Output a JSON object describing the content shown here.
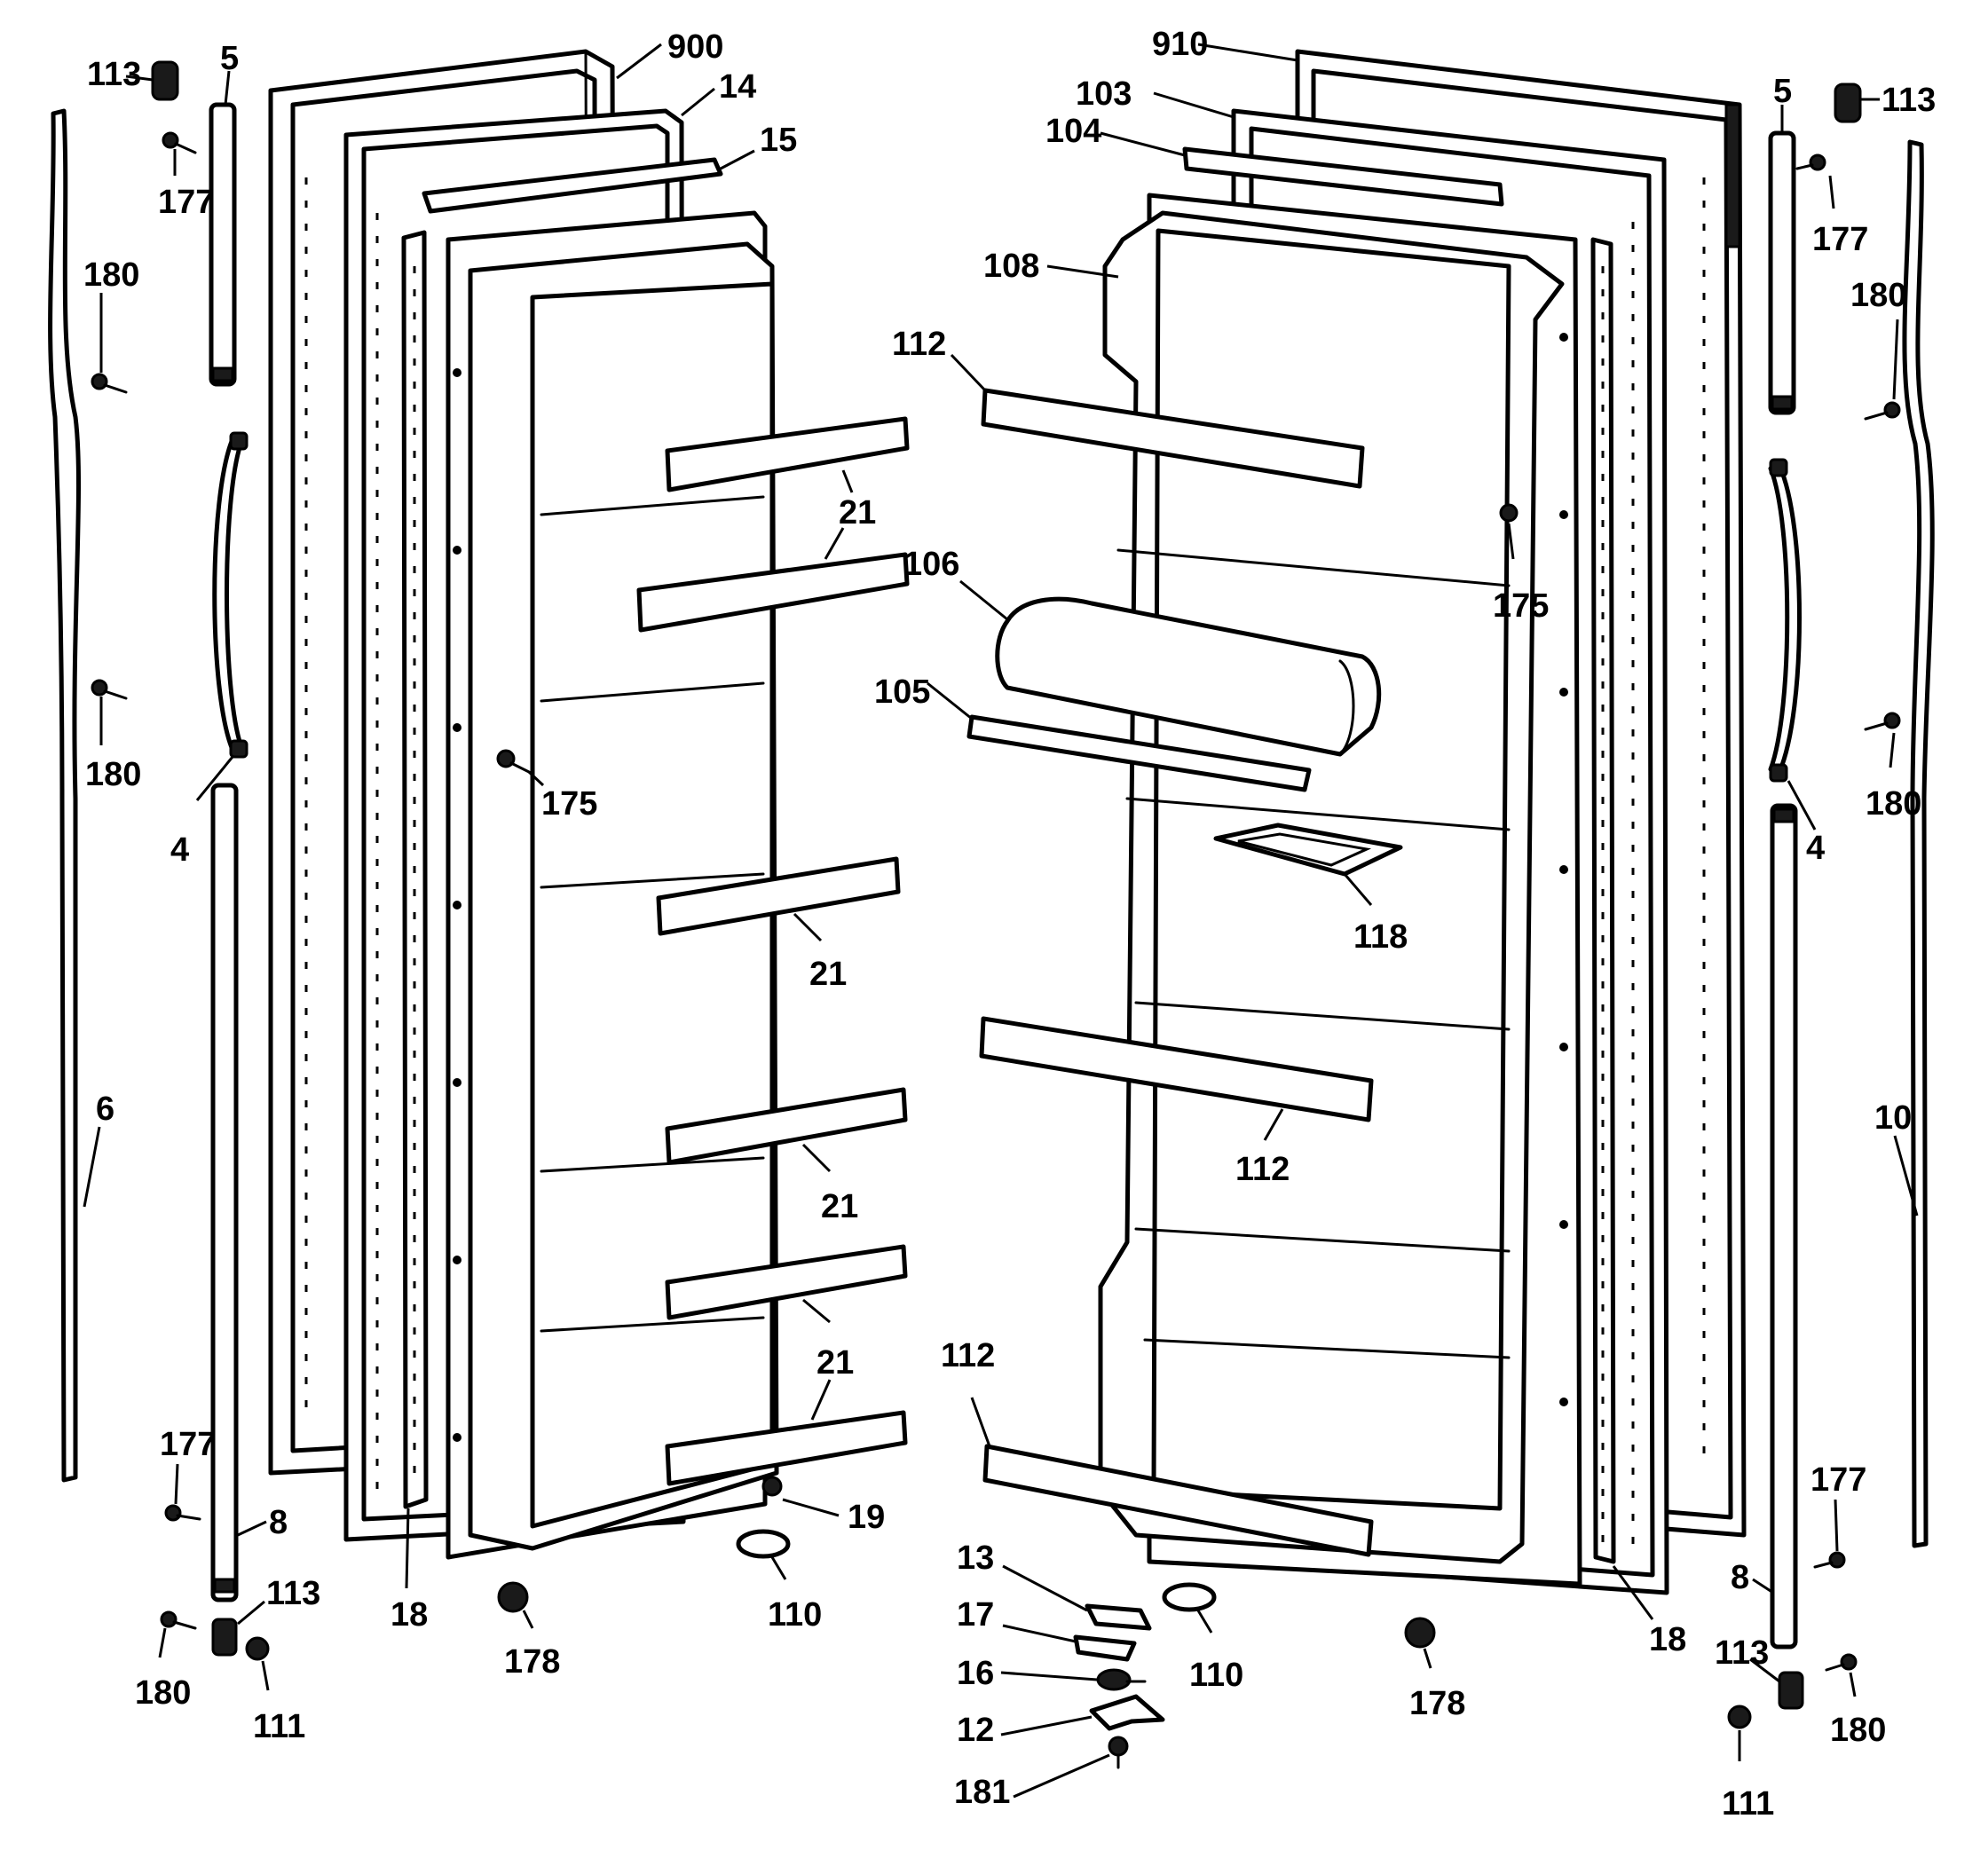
{
  "callouts": {
    "c900": "900",
    "c14": "14",
    "c15": "15",
    "c113_tl": "113",
    "c5_l": "5",
    "c177_l1": "177",
    "c180_l1": "180",
    "c180_l2": "180",
    "c4_l": "4",
    "c6": "6",
    "c175_l": "175",
    "c21_a": "21",
    "c21_b": "21",
    "c21_c": "21",
    "c21_d": "21",
    "c177_l2": "177",
    "c8_l": "8",
    "c113_bl": "113",
    "c18_l": "18",
    "c19": "19",
    "c110_l": "110",
    "c178_l": "178",
    "c180_l3": "180",
    "c111_l": "111",
    "c910": "910",
    "c103": "103",
    "c104": "104",
    "c108": "108",
    "c112_a": "112",
    "c106": "106",
    "c105": "105",
    "c175_r": "175",
    "c118": "118",
    "c112_b": "112",
    "c112_c": "112",
    "c113_tr": "113",
    "c5_r": "5",
    "c177_r1": "177",
    "c180_r1": "180",
    "c180_r2": "180",
    "c4_r": "4",
    "c10": "10",
    "c177_r2": "177",
    "c8_r": "8",
    "c113_br": "113",
    "c180_r3": "180",
    "c111_r": "111",
    "c13": "13",
    "c17": "17",
    "c16": "16",
    "c12": "12",
    "c181": "181",
    "c110_r": "110",
    "c178_r": "178",
    "c18_r": "18"
  }
}
